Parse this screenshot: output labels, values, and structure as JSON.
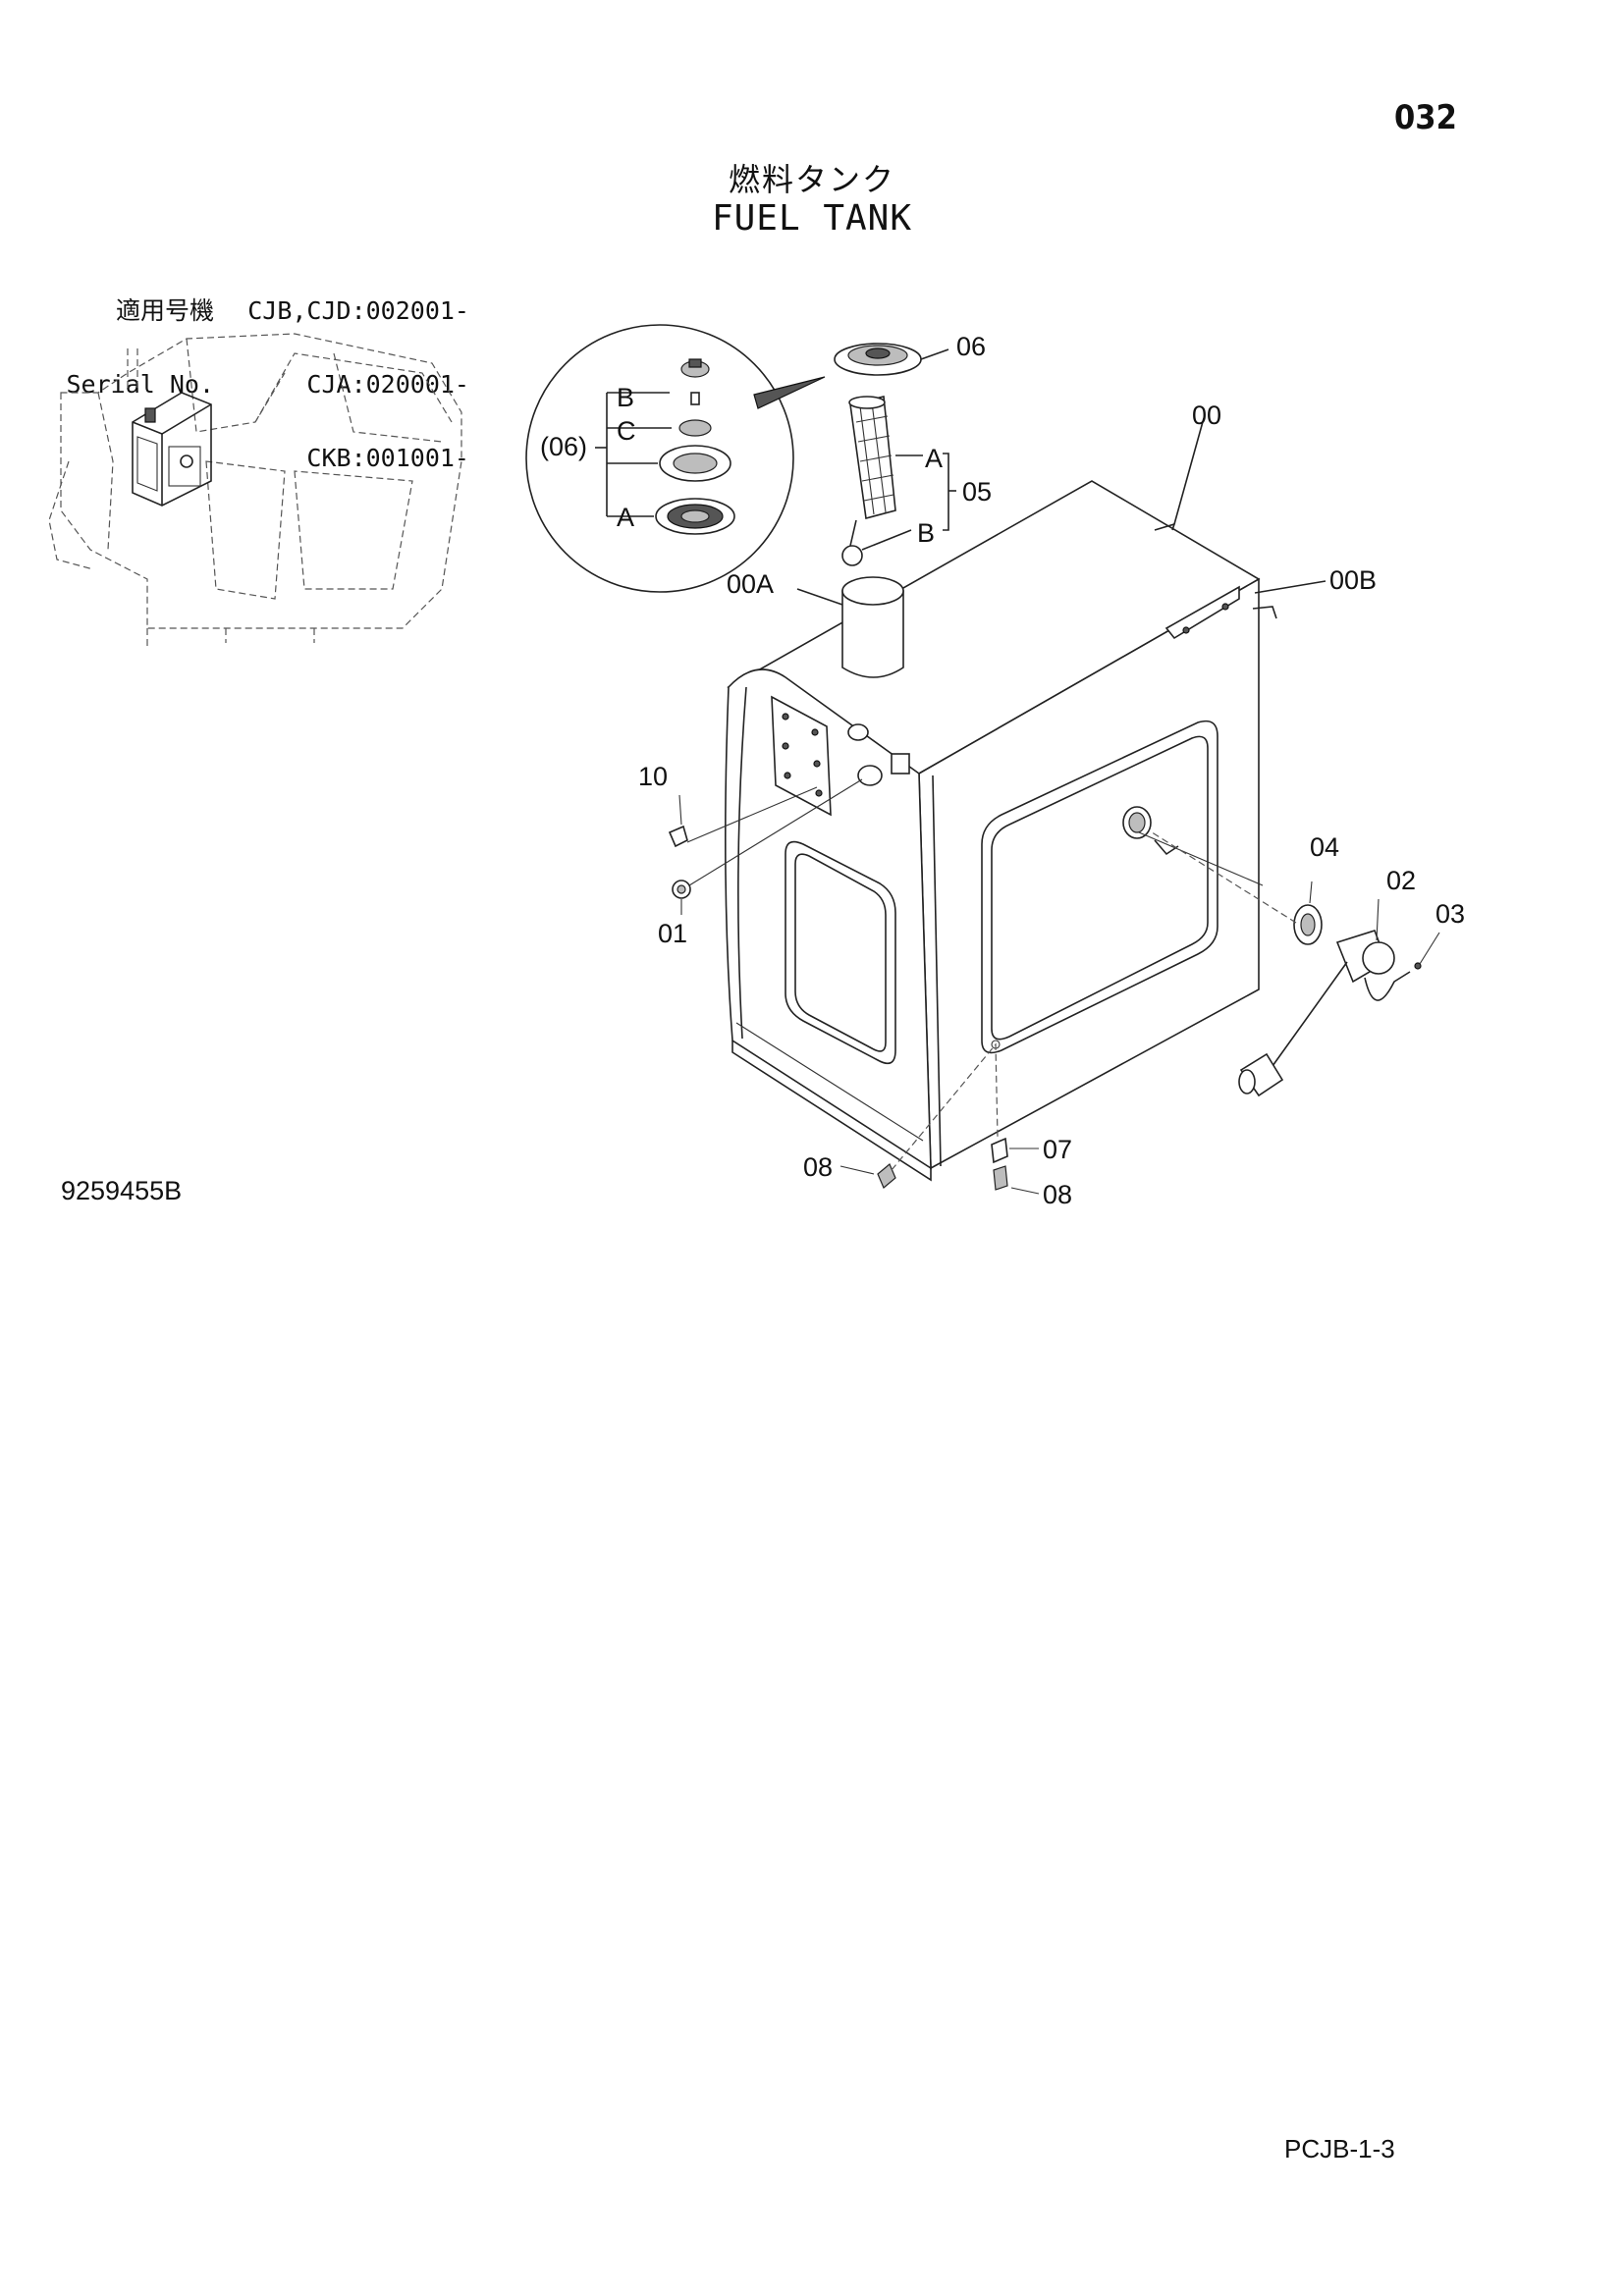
{
  "header": {
    "page_number": "032",
    "title_ja": "燃料タンク",
    "title_en": "FUEL TANK"
  },
  "serial": {
    "rows": [
      {
        "label": "適用号機",
        "value": "CJB,CJD:002001-"
      },
      {
        "label": "Serial No.",
        "value": "CJA:020001-"
      },
      {
        "label": "",
        "value": "CKB:001001-"
      }
    ]
  },
  "callouts": {
    "c06": "06",
    "c00": "00",
    "c00A": "00A",
    "c00B": "00B",
    "c05": "05",
    "c05A": "A",
    "c05B": "B",
    "inset_group": "(06)",
    "inset_B": "B",
    "inset_C": "C",
    "inset_A": "A",
    "c10": "10",
    "c01": "01",
    "c04": "04",
    "c02": "02",
    "c03": "03",
    "c07": "07",
    "c08_left": "08",
    "c08_right": "08"
  },
  "footer": {
    "drawing_number": "9259455B",
    "sheet_code": "PCJB-1-3"
  },
  "icons": {
    "machine_view": "excavator-location-icon",
    "detail_inset": "magnified-detail-icon"
  }
}
